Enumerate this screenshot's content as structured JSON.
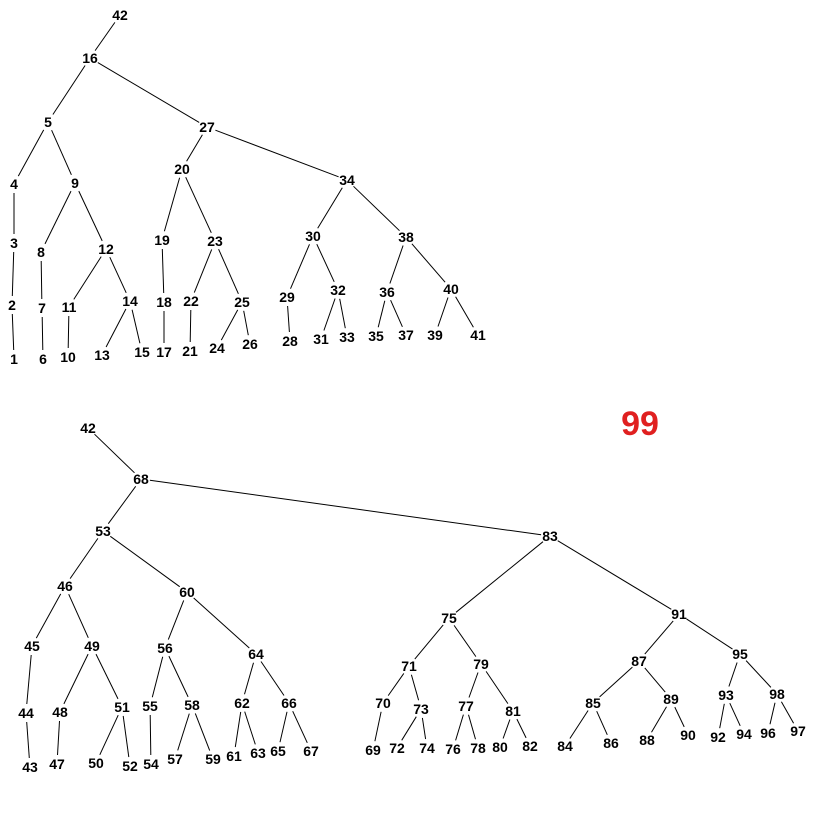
{
  "trees": [
    {
      "name": "upper-tree",
      "nodes": [
        "42",
        "16",
        "5",
        "27",
        "4",
        "9",
        "20",
        "34",
        "3",
        "8",
        "12",
        "19",
        "23",
        "30",
        "38",
        "2",
        "7",
        "11",
        "14",
        "18",
        "22",
        "25",
        "29",
        "32",
        "36",
        "40",
        "1",
        "6",
        "10",
        "13",
        "15",
        "17",
        "21",
        "24",
        "26",
        "28",
        "31",
        "33",
        "35",
        "37",
        "39",
        "41"
      ],
      "edges": [
        [
          "42",
          "16"
        ],
        [
          "16",
          "5"
        ],
        [
          "16",
          "27"
        ],
        [
          "5",
          "4"
        ],
        [
          "5",
          "9"
        ],
        [
          "4",
          "3"
        ],
        [
          "3",
          "2"
        ],
        [
          "2",
          "1"
        ],
        [
          "9",
          "8"
        ],
        [
          "9",
          "12"
        ],
        [
          "8",
          "7"
        ],
        [
          "7",
          "6"
        ],
        [
          "12",
          "11"
        ],
        [
          "12",
          "14"
        ],
        [
          "11",
          "10"
        ],
        [
          "14",
          "13"
        ],
        [
          "14",
          "15"
        ],
        [
          "27",
          "20"
        ],
        [
          "27",
          "34"
        ],
        [
          "20",
          "19"
        ],
        [
          "20",
          "23"
        ],
        [
          "19",
          "18"
        ],
        [
          "18",
          "17"
        ],
        [
          "23",
          "22"
        ],
        [
          "23",
          "25"
        ],
        [
          "22",
          "21"
        ],
        [
          "25",
          "24"
        ],
        [
          "25",
          "26"
        ],
        [
          "34",
          "30"
        ],
        [
          "34",
          "38"
        ],
        [
          "30",
          "29"
        ],
        [
          "30",
          "32"
        ],
        [
          "29",
          "28"
        ],
        [
          "32",
          "31"
        ],
        [
          "32",
          "33"
        ],
        [
          "38",
          "36"
        ],
        [
          "38",
          "40"
        ],
        [
          "36",
          "35"
        ],
        [
          "36",
          "37"
        ],
        [
          "40",
          "39"
        ],
        [
          "40",
          "41"
        ]
      ]
    },
    {
      "name": "lower-tree",
      "nodes": [
        "42",
        "68",
        "53",
        "83",
        "46",
        "60",
        "75",
        "91",
        "45",
        "49",
        "56",
        "64",
        "71",
        "79",
        "87",
        "95",
        "44",
        "48",
        "51",
        "55",
        "58",
        "62",
        "66",
        "70",
        "73",
        "77",
        "81",
        "85",
        "89",
        "93",
        "98",
        "43",
        "47",
        "50",
        "52",
        "54",
        "57",
        "59",
        "61",
        "63",
        "65",
        "67",
        "69",
        "72",
        "74",
        "76",
        "78",
        "80",
        "82",
        "84",
        "86",
        "88",
        "90",
        "92",
        "94",
        "96",
        "97"
      ],
      "edges": [
        [
          "42",
          "68"
        ],
        [
          "68",
          "53"
        ],
        [
          "68",
          "83"
        ],
        [
          "53",
          "46"
        ],
        [
          "53",
          "60"
        ],
        [
          "46",
          "45"
        ],
        [
          "46",
          "49"
        ],
        [
          "45",
          "44"
        ],
        [
          "44",
          "43"
        ],
        [
          "49",
          "48"
        ],
        [
          "49",
          "51"
        ],
        [
          "48",
          "47"
        ],
        [
          "51",
          "50"
        ],
        [
          "51",
          "52"
        ],
        [
          "60",
          "56"
        ],
        [
          "60",
          "64"
        ],
        [
          "56",
          "55"
        ],
        [
          "56",
          "58"
        ],
        [
          "55",
          "54"
        ],
        [
          "58",
          "57"
        ],
        [
          "58",
          "59"
        ],
        [
          "64",
          "62"
        ],
        [
          "64",
          "66"
        ],
        [
          "62",
          "61"
        ],
        [
          "62",
          "63"
        ],
        [
          "66",
          "65"
        ],
        [
          "66",
          "67"
        ],
        [
          "83",
          "75"
        ],
        [
          "83",
          "91"
        ],
        [
          "75",
          "71"
        ],
        [
          "75",
          "79"
        ],
        [
          "71",
          "70"
        ],
        [
          "71",
          "73"
        ],
        [
          "70",
          "69"
        ],
        [
          "73",
          "72"
        ],
        [
          "73",
          "74"
        ],
        [
          "79",
          "77"
        ],
        [
          "79",
          "81"
        ],
        [
          "77",
          "76"
        ],
        [
          "77",
          "78"
        ],
        [
          "81",
          "80"
        ],
        [
          "81",
          "82"
        ],
        [
          "91",
          "87"
        ],
        [
          "91",
          "95"
        ],
        [
          "87",
          "85"
        ],
        [
          "87",
          "89"
        ],
        [
          "85",
          "84"
        ],
        [
          "85",
          "86"
        ],
        [
          "89",
          "88"
        ],
        [
          "89",
          "90"
        ],
        [
          "95",
          "93"
        ],
        [
          "95",
          "98"
        ],
        [
          "93",
          "92"
        ],
        [
          "93",
          "94"
        ],
        [
          "98",
          "96"
        ],
        [
          "98",
          "97"
        ]
      ]
    }
  ],
  "annotation": {
    "text": "99",
    "color": "#e02020"
  },
  "colors": {
    "node_text": "#000000",
    "edge": "#000000",
    "background": "#ffffff"
  }
}
